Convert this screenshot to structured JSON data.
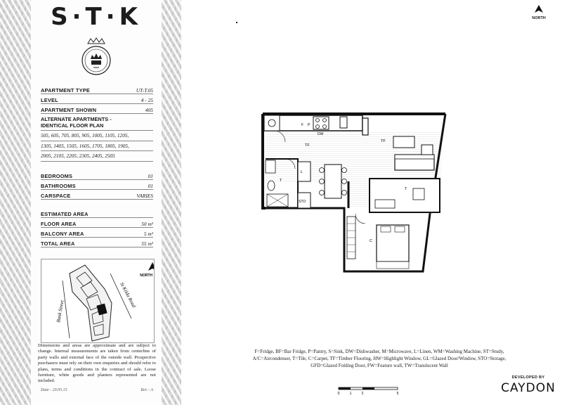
{
  "brand": {
    "logo": "S·T·K"
  },
  "specs": {
    "apartment_type_label": "APARTMENT TYPE",
    "apartment_type": "UT-T.05",
    "level_label": "LEVEL",
    "level": "4 - 25",
    "apartment_shown_label": "APARTMENT SHOWN",
    "apartment_shown": "405",
    "alternate_title_1": "ALTERNATE APARTMENTS -",
    "alternate_title_2": "IDENTICAL FLOOR PLAN",
    "alternate_lines": [
      "505, 605, 705, 805, 905, 1005, 1105, 1205,",
      "1305, 1405, 1505, 1605, 1705, 1805, 1905,",
      "2005, 2105, 2205, 2305, 2405, 2505"
    ],
    "bedrooms_label": "BEDROOMS",
    "bedrooms": "01",
    "bathrooms_label": "BATHROOMS",
    "bathrooms": "01",
    "carspace_label": "CARSPACE",
    "carspace": "VARIES",
    "estimated_area_label": "ESTIMATED AREA",
    "floor_area_label": "FLOOR AREA",
    "floor_area": "50 m²",
    "balcony_area_label": "BALCONY AREA",
    "balcony_area": "5 m²",
    "total_area_label": "TOTAL AREA",
    "total_area": "55 m²"
  },
  "site_map": {
    "north": "NORTH",
    "street_1": "St Kilda Road",
    "street_2": "Bank Street"
  },
  "disclaimer": "Dimensions and areas are approximate and are subject to change. Internal measurements are taken from centerline of party walls and external face of the outside wall. Prospective purchasers must rely on their own enquiries and should refer to plans, terms and conditions in the contract of sale. Loose furniture, white goods and planters represented are not included.",
  "footer": {
    "date": "Date - 20.05.15",
    "rev": "Rev - A"
  },
  "north_label": "NORTH",
  "plan_labels": {
    "tf_1": "TF",
    "tf_2": "TF",
    "dw": "DW",
    "l": "L",
    "sto": "STO",
    "t_bath": "T",
    "t_balcony": "T",
    "c": "C",
    "f": "F",
    "p": "P"
  },
  "legend": {
    "line_1": "F=Fridge, BF=Bar Fridge, P=Pantry, S=Sink, DW=Dishwasher, M=Microwave, L=Linen, WM=Washing Machine, ST=Study,",
    "line_2": "A/C=Aircondenser, T=Tile, C=Carpet, TF=Timber Flooring, HW=Highlight Window, GL=Glazed Door/Window, STO=Storage,",
    "line_3": "GFD=Glazed Folding Door, FW=Feature wall, TW=Translucent Wall"
  },
  "scale": {
    "t0": "0",
    "t1": "1",
    "t2": "2",
    "t5": "5"
  },
  "developer": {
    "label": "DEVELOPED BY",
    "name": "CAYDON"
  }
}
